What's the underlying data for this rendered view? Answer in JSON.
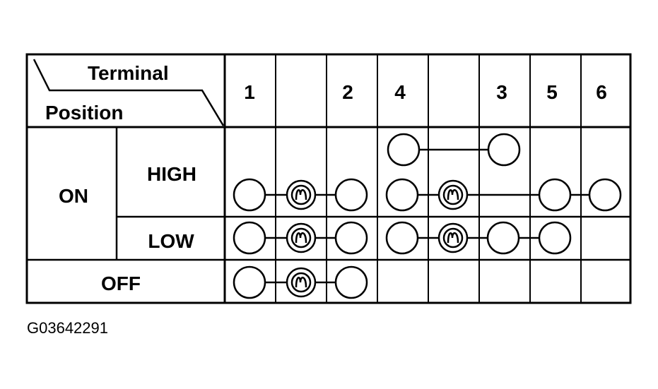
{
  "header": {
    "terminal_label": "Terminal",
    "position_label": "Position"
  },
  "terminals": [
    "1",
    "",
    "2",
    "4",
    "",
    "3",
    "5",
    "6"
  ],
  "positions": {
    "on": "ON",
    "high": "HIGH",
    "low": "LOW",
    "off": "OFF"
  },
  "connections": {
    "high_top": {
      "terminals": [
        "4",
        "3"
      ]
    },
    "high_bottom": {
      "terminals": [
        "1",
        "bulb",
        "2",
        "4",
        "bulb",
        "5",
        "6"
      ]
    },
    "low": {
      "terminals": [
        "1",
        "bulb",
        "2",
        "4",
        "bulb",
        "3",
        "5"
      ]
    },
    "off": {
      "terminals": [
        "1",
        "bulb",
        "2"
      ]
    }
  },
  "figure_id": "G03642291"
}
